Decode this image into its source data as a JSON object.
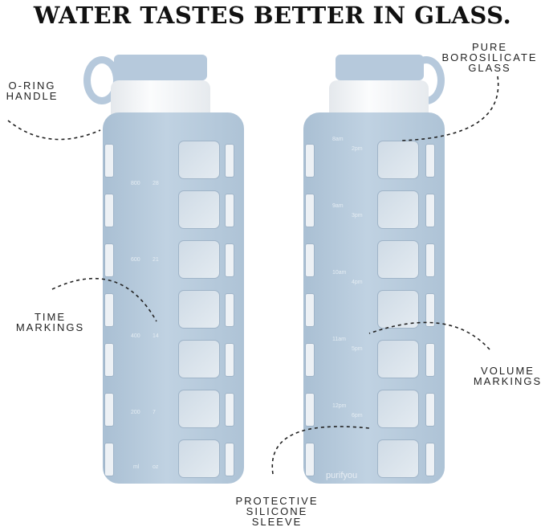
{
  "headline": "WATER TASTES BETTER IN GLASS.",
  "callouts": {
    "o_ring": [
      "O-RING",
      "HANDLE"
    ],
    "pure": [
      "PURE",
      "BOROSILICATE",
      "GLASS"
    ],
    "time": [
      "TIME",
      "MARKINGS"
    ],
    "volume": [
      "VOLUME",
      "MARKINGS"
    ],
    "sleeve": [
      "PROTECTIVE",
      "SILICONE",
      "SLEEVE"
    ]
  },
  "left_bottle": {
    "markings": [
      {
        "ml": "800",
        "oz": "28"
      },
      {
        "ml": "600",
        "oz": "21"
      },
      {
        "ml": "400",
        "oz": "14"
      },
      {
        "ml": "200",
        "oz": "7"
      }
    ],
    "units": {
      "ml": "ml",
      "oz": "oz"
    }
  },
  "right_bottle": {
    "markings": [
      {
        "a": "8am",
        "b": "2pm"
      },
      {
        "a": "9am",
        "b": "3pm"
      },
      {
        "a": "10am",
        "b": "4pm"
      },
      {
        "a": "11am",
        "b": "5pm"
      },
      {
        "a": "12pm",
        "b": "6pm"
      }
    ],
    "logo": "purifyou"
  },
  "colors": {
    "sleeve": "#b6c9dc",
    "text": "#111111"
  }
}
